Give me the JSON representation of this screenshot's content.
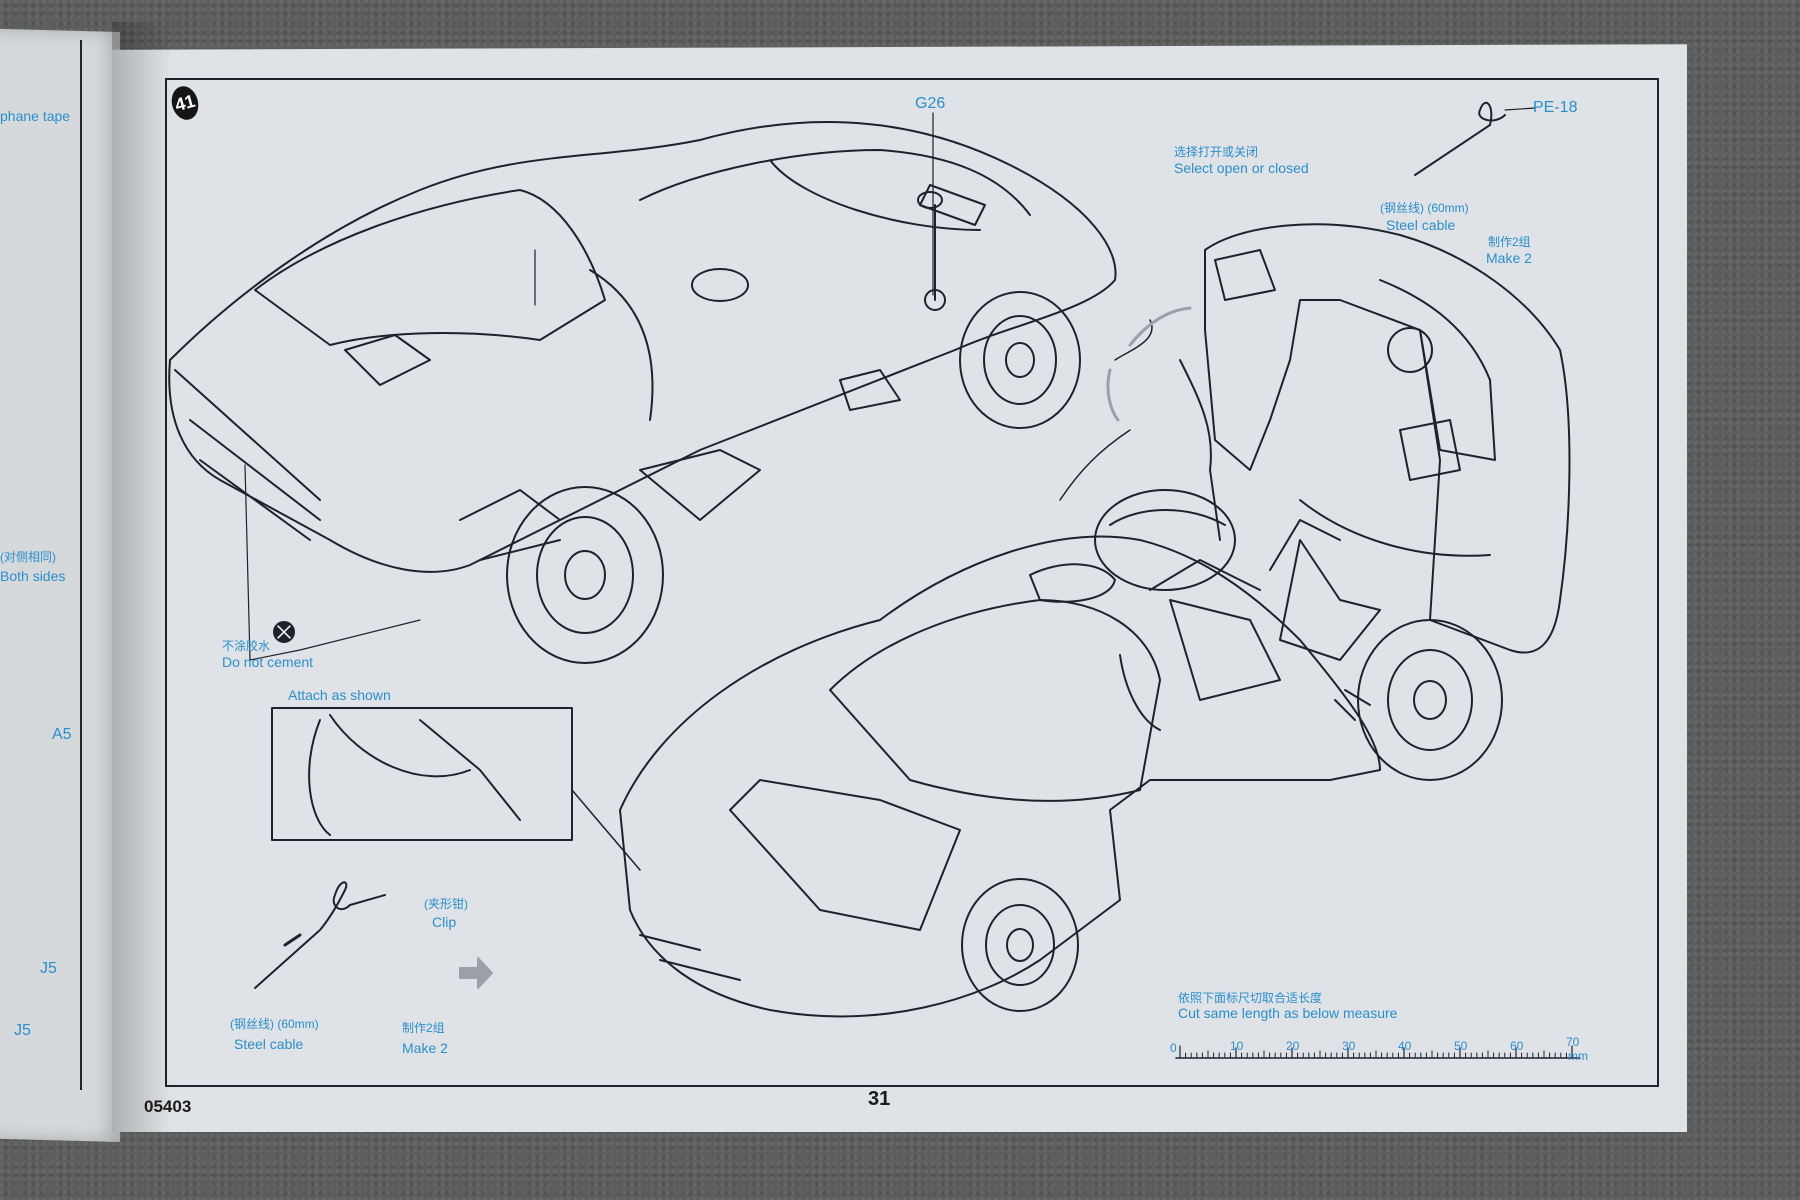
{
  "page": {
    "number": "31",
    "code": "05403",
    "step": "41"
  },
  "left_page": {
    "tape": "phane tape",
    "both_cn": "(对侧相同)",
    "both_en": "Both sides",
    "a5": "A5",
    "j5a": "J5",
    "j5b": "J5"
  },
  "labels": {
    "g26": "G26",
    "pe18": "PE-18",
    "select_cn": "选择打开或关闭",
    "select_en": "Select open or closed",
    "cable_cn_1": "(钢丝线) (60mm)",
    "cable_en_1": "Steel cable",
    "make_cn_1": "制作2组",
    "make_en_1": "Make 2",
    "nocement_cn": "不涂胶水",
    "nocement_en": "Do not cement",
    "attach": "Attach as shown",
    "clip_cn": "(夹形钳)",
    "clip_en": "Clip",
    "cable_cn_2": "(钢丝线) (60mm)",
    "cable_en_2": "Steel cable",
    "make_cn_2": "制作2组",
    "make_en_2": "Make 2",
    "cut_cn": "依照下面标尺切取合适长度",
    "cut_en": "Cut same length as below measure"
  },
  "ruler": {
    "ticks": [
      "0",
      "10",
      "20",
      "30",
      "40",
      "50",
      "60",
      "70"
    ],
    "unit": "mm"
  },
  "colors": {
    "accent": "#2a8fcb",
    "ink": "#1f2228",
    "paper": "#dfe2e6"
  }
}
